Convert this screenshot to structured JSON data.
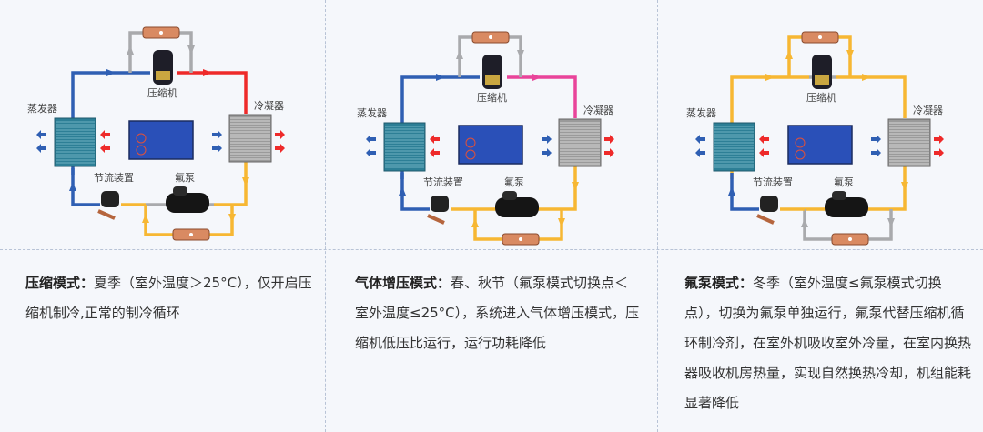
{
  "labels": {
    "evaporator": "蒸发器",
    "compressor": "压缩机",
    "condenser": "冷凝器",
    "throttle": "节流装置",
    "pump": "氟泵"
  },
  "colors": {
    "blue": "#2f5fb3",
    "red": "#ee2a2a",
    "yellow": "#f7b733",
    "gray": "#a9aaad",
    "pink": "#e9449a"
  },
  "panels": [
    {
      "title": "压缩模式：",
      "text": "夏季（室外温度＞25°C），仅开启压缩机制冷,正常的制冷循环",
      "pipes": {
        "top_left": "blue",
        "top_right": "red",
        "bypass_top": "gray",
        "through_comp": "none",
        "right": "yellow",
        "bottom_right": "yellow",
        "bottom_pump": "gray",
        "bypass_bottom": "yellow",
        "bottom_left": "yellow",
        "left": "blue"
      }
    },
    {
      "title": "气体增压模式：",
      "text": "春、秋节（氟泵模式切换点＜室外温度≤25°C），系统进入气体增压模式，压缩机低压比运行，运行功耗降低",
      "pipes": {
        "top_left": "blue",
        "top_right": "pink",
        "bypass_top": "gray",
        "through_comp": "none",
        "right": "yellow",
        "bottom_right": "yellow",
        "bottom_pump": "yellow",
        "bypass_bottom": "yellow",
        "bottom_left": "yellow",
        "left": "blue"
      }
    },
    {
      "title": "氟泵模式：",
      "text": "冬季（室外温度≤氟泵模式切换点），切换为氟泵单独运行，氟泵代替压缩机循环制冷剂，在室外机吸收室外冷量，在室内换热器吸收机房热量，实现自然换热冷却，机组能耗显著降低",
      "pipes": {
        "top_left": "yellow",
        "top_right": "yellow",
        "bypass_top": "yellow",
        "through_comp": "gray",
        "right": "yellow",
        "bottom_right": "yellow",
        "bottom_pump": "yellow",
        "bypass_bottom": "gray",
        "bottom_left": "yellow",
        "left": "blue"
      }
    }
  ]
}
